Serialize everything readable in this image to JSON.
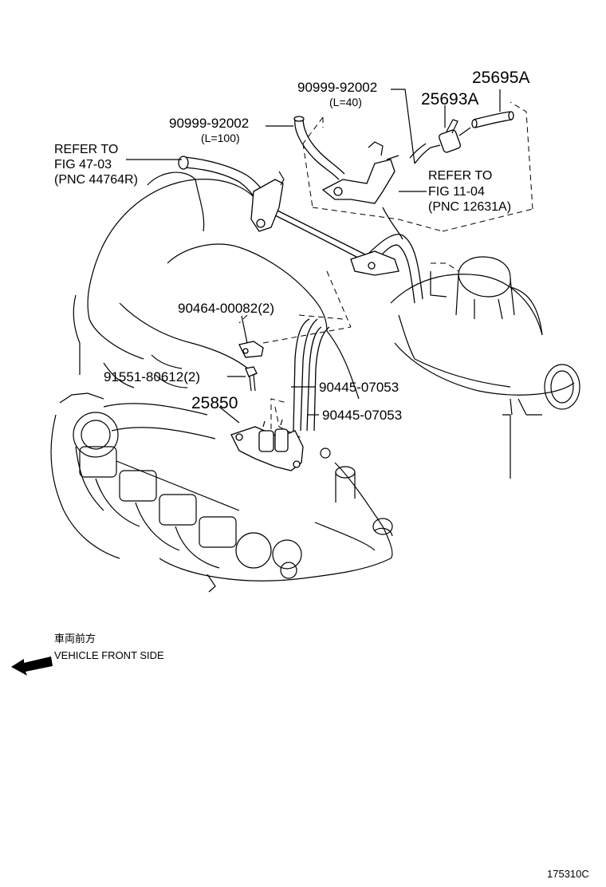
{
  "callouts": {
    "hose_upper_right": "25695A",
    "valve": "25693A",
    "hose_top": {
      "part": "90999-92002",
      "length": "(L=40)"
    },
    "hose_left": {
      "part": "90999-92002",
      "length": "(L=100)"
    },
    "refer_left": {
      "line1": "REFER TO",
      "line2": "FIG 47-03",
      "line3": "(PNC 44764R)"
    },
    "refer_right": {
      "line1": "REFER TO",
      "line2": "FIG 11-04",
      "line3": "(PNC 12631A)"
    },
    "clamp": "90464-00082(2)",
    "bolt": "91551-80612(2)",
    "vsv": "25850",
    "hose_a": "90445-07053",
    "hose_b": "90445-07053"
  },
  "direction": {
    "japanese": "車両前方",
    "english": "VEHICLE FRONT SIDE"
  },
  "figure_code": "175310C"
}
